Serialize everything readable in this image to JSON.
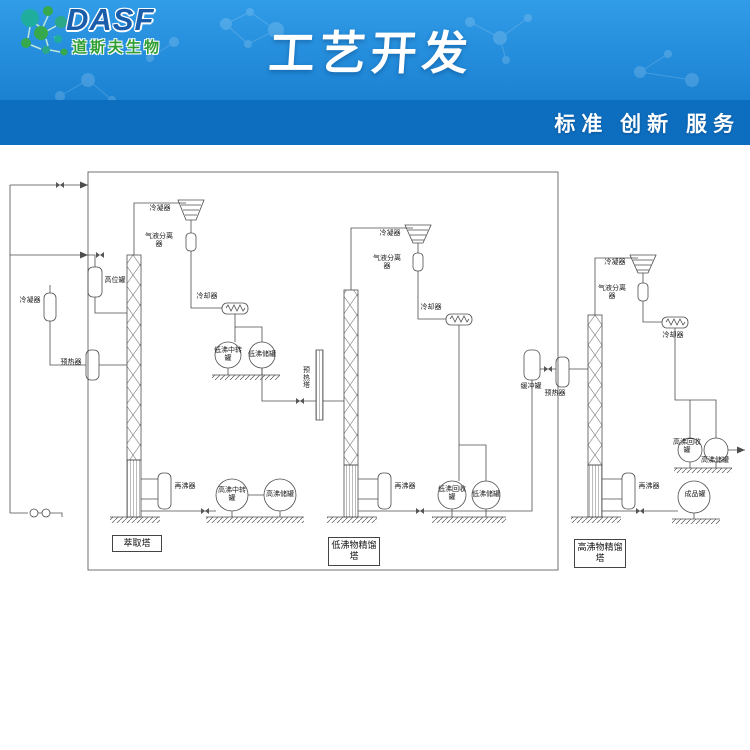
{
  "header": {
    "brand": "DASF",
    "brand_subtitle": "道斯夫生物",
    "title": "工艺开发",
    "tagline": "标准 创新 服务",
    "colors": {
      "banner_blue": "#1b82d2",
      "strip_blue": "#0d6dbe",
      "logo_blue": "#1a5dab",
      "logo_green": "#2f9e33",
      "text_white": "#ffffff"
    }
  },
  "diagram": {
    "towers": [
      {
        "label": "萃取塔"
      },
      {
        "label": "低沸物精馏塔"
      },
      {
        "label": "高沸物精馏塔"
      }
    ],
    "labels": {
      "s1_condenser": "冷凝器",
      "s1_separator": "气液分离器",
      "s1_head_tank": "高位罐",
      "s1_left_condenser": "冷凝器",
      "s1_preheater": "预热器",
      "s1_cooler": "冷却器",
      "s1_low_boil_transfer_tank": "低沸中转罐",
      "s1_low_boil_storage_tank": "低沸储罐",
      "s1_reboiler": "再沸器",
      "s1_high_boil_transfer_tank": "高沸中转罐",
      "s1_high_boil_storage_tank": "高沸储罐",
      "mid_preheat_tower": "预热塔",
      "s2_condenser": "冷凝器",
      "s2_separator": "气液分离器",
      "s2_cooler": "冷却器",
      "s2_reboiler": "再沸器",
      "s2_low_boil_recovery_tank": "低沸回收罐",
      "s2_low_boil_storage_tank": "低沸储罐",
      "s3_condenser": "冷凝器",
      "s3_separator": "气液分离器",
      "s3_cooler": "冷却器",
      "s3_buffer_tank": "缓冲罐",
      "s3_preheater": "预热器",
      "s3_reboiler": "再沸器",
      "s3_high_boil_recovery_tank": "高沸回收罐",
      "s3_high_boil_storage_tank": "高沸储罐",
      "s3_product_tank": "成品罐"
    }
  }
}
